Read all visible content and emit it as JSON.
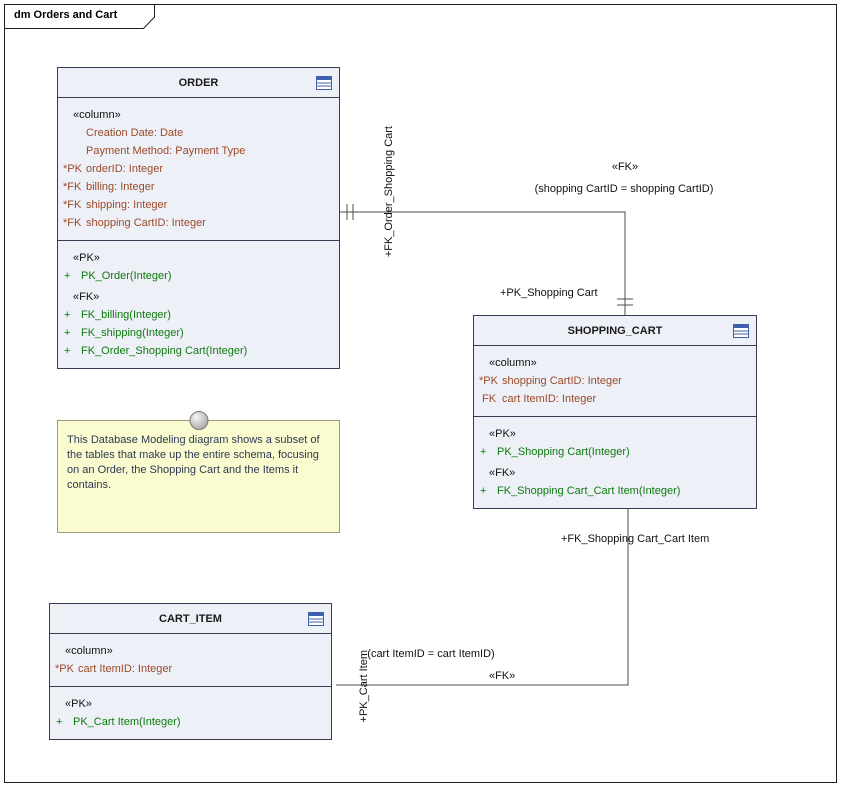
{
  "frame": {
    "label": "dm Orders and Cart"
  },
  "colors": {
    "table_fill": "#eef0f8",
    "table_border": "#3a3a52",
    "column_text": "#9a4a28",
    "operation_text": "#0e7a0e",
    "note_fill": "#fbfbd0",
    "connector": "#4d4d4d",
    "icon_blue": "#3f5fae"
  },
  "tables": {
    "order": {
      "title": "ORDER",
      "column_stereotype": "«column»",
      "columns": [
        {
          "key": "",
          "text": "Creation Date: Date"
        },
        {
          "key": "",
          "text": "Payment Method: Payment Type"
        },
        {
          "key": "*PK",
          "text": "orderID: Integer"
        },
        {
          "key": "*FK",
          "text": "billing: Integer"
        },
        {
          "key": "*FK",
          "text": "shipping: Integer"
        },
        {
          "key": "*FK",
          "text": "shopping CartID: Integer"
        }
      ],
      "pk_stereotype": "«PK»",
      "pk_ops": [
        {
          "vis": "+",
          "text": "PK_Order(Integer)"
        }
      ],
      "fk_stereotype": "«FK»",
      "fk_ops": [
        {
          "vis": "+",
          "text": "FK_billing(Integer)"
        },
        {
          "vis": "+",
          "text": "FK_shipping(Integer)"
        },
        {
          "vis": "+",
          "text": "FK_Order_Shopping Cart(Integer)"
        }
      ]
    },
    "shopping_cart": {
      "title": "SHOPPING_CART",
      "column_stereotype": "«column»",
      "columns": [
        {
          "key": "*PK",
          "text": "shopping CartID: Integer"
        },
        {
          "key": "FK",
          "text": "cart ItemID: Integer"
        }
      ],
      "pk_stereotype": "«PK»",
      "pk_ops": [
        {
          "vis": "+",
          "text": "PK_Shopping Cart(Integer)"
        }
      ],
      "fk_stereotype": "«FK»",
      "fk_ops": [
        {
          "vis": "+",
          "text": "FK_Shopping Cart_Cart Item(Integer)"
        }
      ]
    },
    "cart_item": {
      "title": "CART_ITEM",
      "column_stereotype": "«column»",
      "columns": [
        {
          "key": "*PK",
          "text": "cart ItemID: Integer"
        }
      ],
      "pk_stereotype": "«PK»",
      "pk_ops": [
        {
          "vis": "+",
          "text": "PK_Cart Item(Integer)"
        }
      ]
    }
  },
  "note": {
    "text": "This Database Modeling diagram shows a subset of the tables that make up the entire schema, focusing on an Order, the Shopping Cart and the Items it contains."
  },
  "connectors": {
    "order_to_shopping_cart": {
      "source_role": "+FK_Order_Shopping Cart",
      "stereotype": "«FK»",
      "constraint": "(shopping CartID = shopping CartID)",
      "target_role": "+PK_Shopping Cart"
    },
    "shopping_cart_to_cart_item": {
      "source_role": "+FK_Shopping Cart_Cart Item",
      "stereotype": "«FK»",
      "constraint": "(cart ItemID = cart ItemID)",
      "target_role": "+PK_Cart Item"
    }
  }
}
